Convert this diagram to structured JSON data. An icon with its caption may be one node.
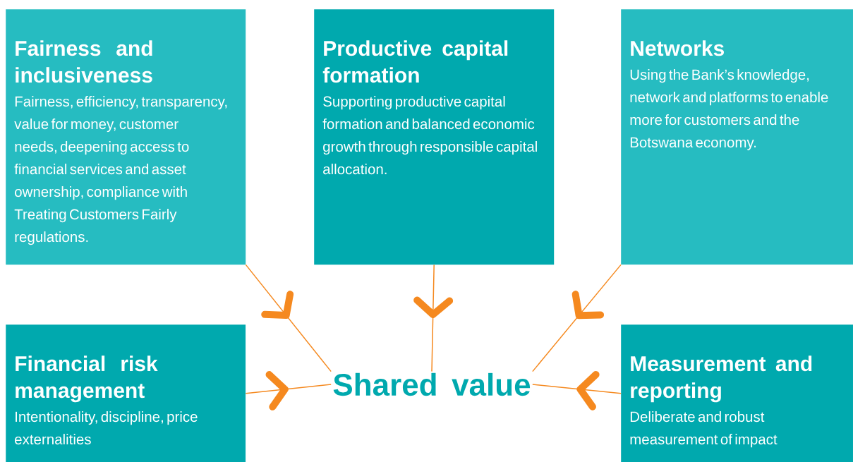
{
  "diagram": {
    "nodes": [
      {
        "text": [
          "Fairness and inclusiveness",
          "Fairness, efficiency, transparency, value for money, customer needs, deepening access to financial services and asset ownership, compliance with Treating Customers Fairly regulations."
        ]
      },
      {
        "text": [
          "Productive capital formation",
          "Supporting productive capital formation and balanced economic growth through responsible capital allocation."
        ]
      },
      {
        "text": [
          "Networks",
          "Using the Bank’s knowledge, network and platforms to enable more for customers and the Botswana economy."
        ]
      },
      {
        "text": [
          "Financial risk management",
          "Intentionality, discipline, price externalities"
        ]
      },
      {
        "text": [
          "Shared value"
        ]
      },
      {
        "text": [
          "Measurement and reporting",
          "Deliberate and robust measurement of impact"
        ]
      }
    ],
    "edges": [
      {
        "from": 0,
        "to": 4,
        "arrow": "to"
      },
      {
        "from": 1,
        "to": 4,
        "arrow": "to"
      },
      {
        "from": 2,
        "to": 4,
        "arrow": "to"
      },
      {
        "from": 3,
        "to": 4,
        "arrow": "to"
      },
      {
        "from": 5,
        "to": 4,
        "arrow": "to"
      }
    ]
  }
}
